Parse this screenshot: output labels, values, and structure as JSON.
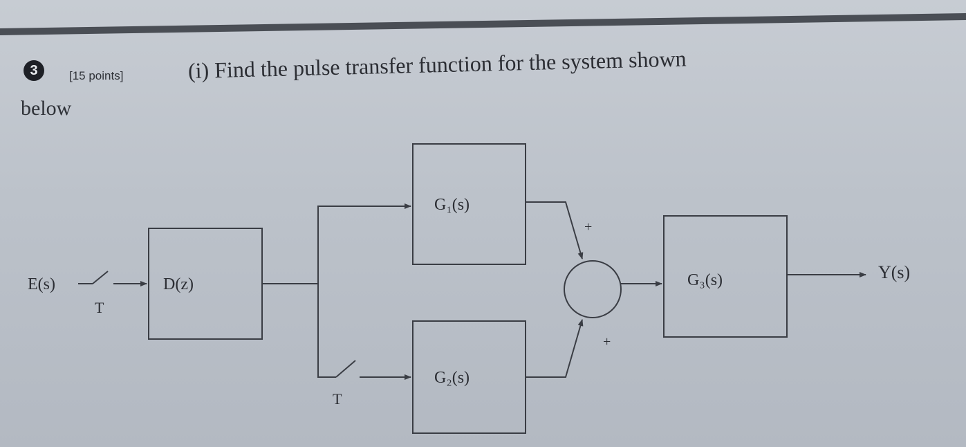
{
  "question": {
    "number": "3",
    "points": "[15 points]",
    "text": "(i) Find the pulse transfer function for the system shown",
    "text_continued": "below"
  },
  "diagram": {
    "input_label": "E(s)",
    "output_label": "Y(s)",
    "sampler_label_1": "T",
    "sampler_label_2": "T",
    "blocks": {
      "d": "D(z)",
      "g1": "G₁(s)",
      "g2": "G₂(s)",
      "g3": "G₃(s)"
    },
    "summing_signs": {
      "top": "+",
      "bottom": "+"
    }
  }
}
